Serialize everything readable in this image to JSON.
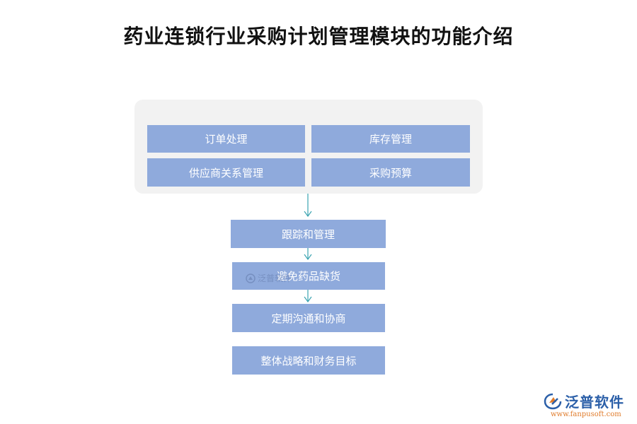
{
  "title": "药业连锁行业采购计划管理模块的功能介绍",
  "group": {
    "items": [
      {
        "label": "订单处理"
      },
      {
        "label": "库存管理"
      },
      {
        "label": "供应商关系管理"
      },
      {
        "label": "采购预算"
      }
    ]
  },
  "steps": [
    {
      "label": "跟踪和管理"
    },
    {
      "label": "避免药品缺货"
    },
    {
      "label": "定期沟通和协商"
    },
    {
      "label": "整体战略和财务目标"
    }
  ],
  "watermark": {
    "text": "泛普软件",
    "icon": "fanpu-logo-icon"
  },
  "brand": {
    "name": "泛普软件",
    "url": "www.fanpusoft.com",
    "icon": "fanpu-logo-icon"
  },
  "colors": {
    "box": "#8faadc",
    "panel": "#f2f2f2",
    "arrow": "#3aa3b0",
    "brand_blue": "#2b5fa8",
    "brand_orange": "#e07b2a"
  }
}
